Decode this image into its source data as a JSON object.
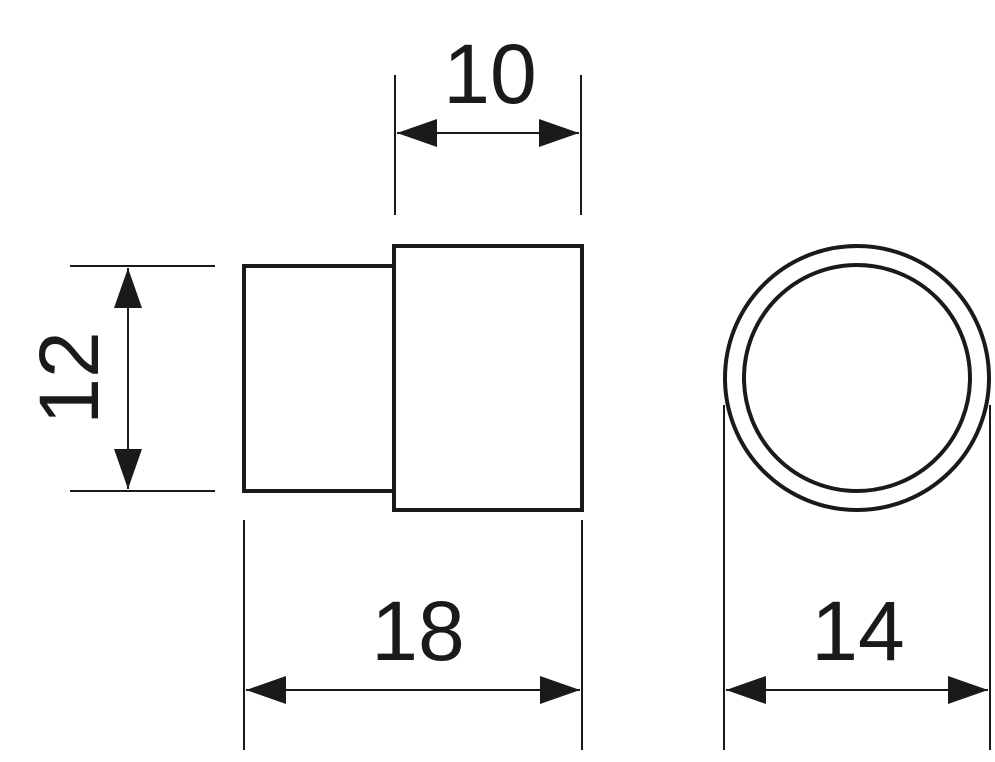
{
  "dimensions": {
    "top_width": "10",
    "height": "12",
    "total_length": "18",
    "diameter": "14"
  },
  "colors": {
    "line": "#1a1a1a",
    "background": "#ffffff"
  }
}
